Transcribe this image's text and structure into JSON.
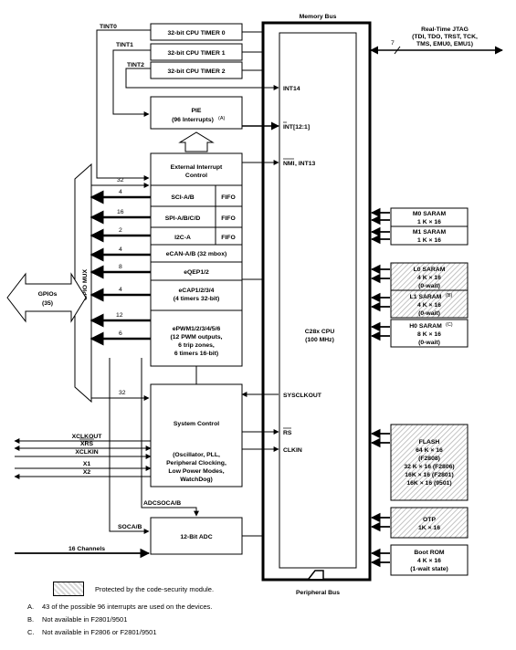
{
  "diagram": {
    "memory_bus": "Memory Bus",
    "peripheral_bus": "Peripheral Bus",
    "jtag": {
      "line1": "Real-Time JTAG",
      "line2": "(TDI, TDO, TRST, TCK,",
      "line3": "TMS, EMU0, EMU1)",
      "width": "7"
    },
    "timers": [
      {
        "label": "32-bit CPU TIMER 0",
        "signal": "TINT0"
      },
      {
        "label": "32-bit CPU TIMER 1",
        "signal": "TINT1"
      },
      {
        "label": "32-bit CPU TIMER 2",
        "signal": "TINT2"
      }
    ],
    "pie": {
      "line1": "PIE",
      "line2": "(96 Interrupts)",
      "note": "(A)"
    },
    "cpu_signals": {
      "int14": "INT14",
      "int12_1": "INT[12:1]",
      "nmi": "NMI",
      "int13": ", INT13",
      "sysclkout": "SYSCLKOUT",
      "rs": "RS",
      "clkin": "CLKIN"
    },
    "eic": {
      "line1": "External Interrupt",
      "line2": "Control"
    },
    "gpio_mux": "GPIO MUX",
    "gpios": {
      "line1": "GPIOs",
      "line2": "(35)"
    },
    "bus_widths": {
      "eic": "32",
      "sci": "4",
      "spi": "16",
      "i2c": "2",
      "ecan": "4",
      "eqep": "8",
      "ecap": "4",
      "epwm_a": "12",
      "epwm_b": "6",
      "sysctl": "32"
    },
    "peripherals": {
      "sci": "SCI-A/B",
      "spi": "SPI-A/B/C/D",
      "i2c": "I2C-A",
      "fifo": "FIFO",
      "ecan": "eCAN-A/B (32 mbox)",
      "eqep": "eQEP1/2",
      "ecap1": "eCAP1/2/3/4",
      "ecap2": "(4 timers 32-bit)",
      "epwm1": "ePWM1/2/3/4/5/6",
      "epwm2": "(12 PWM outputs,",
      "epwm3": "6 trip zones,",
      "epwm4": "6 timers 16-bit)"
    },
    "cpu": {
      "line1": "C28x CPU",
      "line2": "(100 MHz)"
    },
    "system_control": {
      "title": "System Control",
      "l1": "(Oscillator, PLL,",
      "l2": "Peripheral Clocking,",
      "l3": "Low Power Modes,",
      "l4": "WatchDog)"
    },
    "clock_signals": [
      "XCLKOUT",
      "XRS",
      "XCLKIN",
      "X1",
      "X2"
    ],
    "adc": {
      "label": "12-Bit ADC",
      "adcsoca_b": "ADCSOCA/B",
      "soca_b": "SOCA/B",
      "channels": "16 Channels"
    },
    "memories": [
      {
        "l1": "M0 SARAM",
        "l2": "1 K × 16"
      },
      {
        "l1": "M1 SARAM",
        "l2": "1 K × 16"
      },
      {
        "l1": "L0 SARAM",
        "l2": "4 K × 16",
        "l3": "(0-wait)"
      },
      {
        "l1": "L1 SARAM",
        "sup": "(B)",
        "l2": "4 K × 16",
        "l3": "(0-wait)"
      },
      {
        "l1": "H0 SARAM",
        "sup": "(C)",
        "l2": "8 K × 16",
        "l3": "(0-wait)"
      }
    ],
    "flash": [
      "FLASH",
      "64 K × 16",
      "(F2808)",
      "32 K × 16 (F2806)",
      "16K × 16 (F2801)",
      "16K × 16 (9501)"
    ],
    "otp": {
      "l1": "OTP",
      "l2": "1K × 16"
    },
    "boot_rom": {
      "l1": "Boot ROM",
      "l2": "4 K × 16",
      "l3": "(1-wait state)"
    }
  },
  "legend": {
    "text": "Protected by the code-security module."
  },
  "notes": [
    {
      "key": "A.",
      "text": "43 of the possible 96 interrupts are used on the devices."
    },
    {
      "key": "B.",
      "text": "Not available in F2801/9501"
    },
    {
      "key": "C.",
      "text": "Not available in F2806 or F2801/9501"
    }
  ],
  "colors": {
    "line": "#000000",
    "hatch": "#d8d8d8",
    "background": "#ffffff"
  }
}
